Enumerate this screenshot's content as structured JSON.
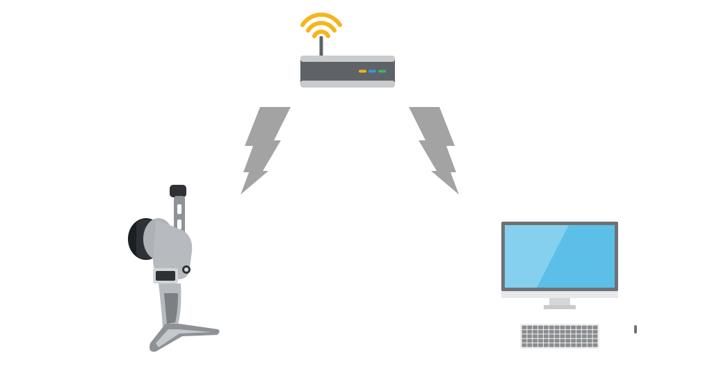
{
  "colors": {
    "background": "#ffffff",
    "wifi_signal": "#f5b51d",
    "bolt": "#a3a3a3",
    "router_body": "#5f6367",
    "router_top": "#c9cbcd",
    "led_1": "#f2b31c",
    "led_2": "#2f9ad6",
    "led_3": "#42b26b",
    "screen": "#5bbfe8",
    "monitor_frame": "#6e7175",
    "keyboard_key": "#8a8d90",
    "scanner_body": "#b7bbbf",
    "scanner_dark": "#2e3236"
  },
  "nodes": [
    {
      "name": "router",
      "icon": "wifi-router-icon"
    },
    {
      "name": "scanner",
      "icon": "handheld-laser-scanner-icon"
    },
    {
      "name": "computer",
      "icon": "desktop-computer-icon"
    }
  ],
  "links": [
    {
      "from": "router",
      "to": "scanner",
      "icon": "wireless-bolt-icon"
    },
    {
      "from": "router",
      "to": "computer",
      "icon": "wireless-bolt-icon"
    }
  ]
}
